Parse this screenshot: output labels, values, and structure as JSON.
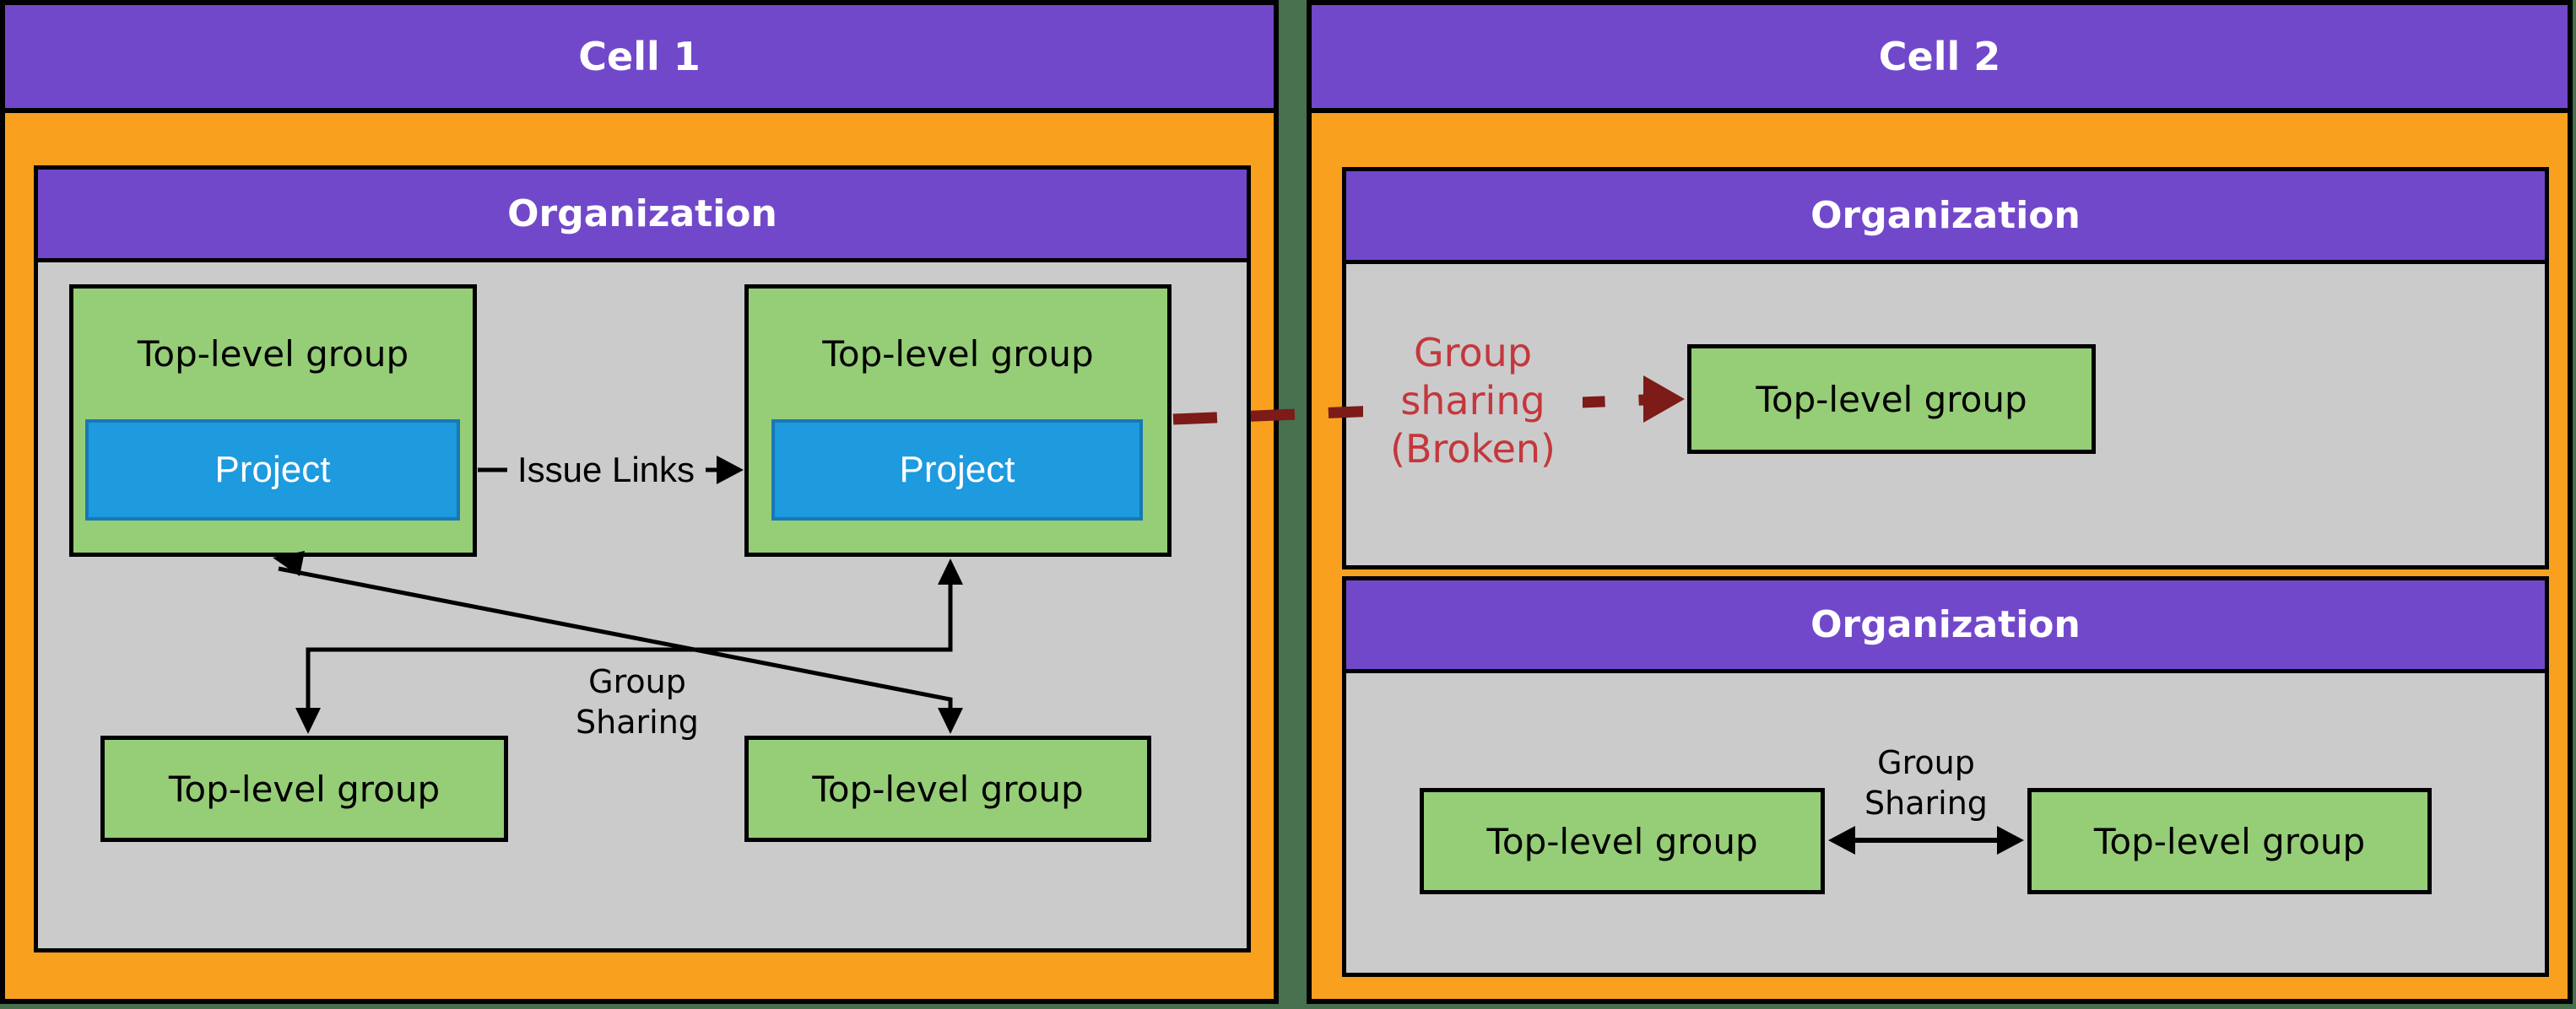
{
  "colors": {
    "page_background": "#47714E",
    "cell_fill": "#F9A11F",
    "header_fill": "#7248CB",
    "org_body_fill": "#CBCBCB",
    "group_fill": "#96CD77",
    "project_fill": "#1E9ADF",
    "project_border": "#1878B6",
    "arrow_black": "#000000",
    "broken_red_text": "#C4373C",
    "broken_red_line": "#7C1B17"
  },
  "cell1": {
    "title": "Cell 1",
    "org": {
      "title": "Organization",
      "group_top_left": {
        "label": "Top-level group",
        "project": "Project"
      },
      "group_top_right": {
        "label": "Top-level group",
        "project": "Project"
      },
      "group_bottom_left": {
        "label": "Top-level group"
      },
      "group_bottom_right": {
        "label": "Top-level group"
      },
      "issue_links_label": "Issue Links",
      "group_sharing_label_line1": "Group",
      "group_sharing_label_line2": "Sharing"
    }
  },
  "cell2": {
    "title": "Cell 2",
    "org_top": {
      "title": "Organization",
      "group": {
        "label": "Top-level group"
      },
      "broken_label_line1": "Group",
      "broken_label_line2": "sharing",
      "broken_label_line3": "(Broken)"
    },
    "org_bottom": {
      "title": "Organization",
      "group_left": {
        "label": "Top-level group"
      },
      "group_right": {
        "label": "Top-level group"
      },
      "group_sharing_label_line1": "Group",
      "group_sharing_label_line2": "Sharing"
    }
  }
}
